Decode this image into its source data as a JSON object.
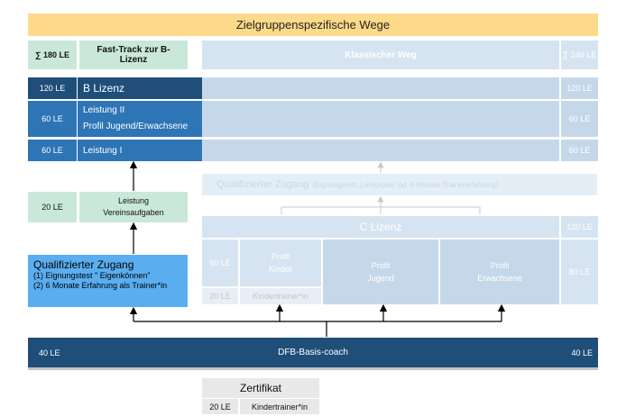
{
  "banner": "Zielgruppenspezifische Wege",
  "fast_track": {
    "sum": "∑ 180 LE",
    "title": "Fast-Track zur B-Lizenz"
  },
  "classic": {
    "title": "Klassischer Weg",
    "sum": "∑ 240 LE"
  },
  "b_lizenz": {
    "le": "120 LE",
    "label": "B Lizenz",
    "le_right": "120 LE"
  },
  "leistung2": {
    "le": "60 LE",
    "line1": "Leistung II",
    "line2": "Profil Jugend/Erwachsene",
    "le_right": "60 LE"
  },
  "leistung1": {
    "le": "60 LE",
    "label": "Leistung I",
    "le_right": "60 LE"
  },
  "quali_classic": {
    "title": "Qualifizierter Zugang",
    "detail": "(Eignungstest „Lehrprobe\" od. 6 Monate Trainererfahrung)"
  },
  "vereinsaufgaben": {
    "le": "20 LE",
    "line1": "Leistung",
    "line2": "Vereinsaufgaben"
  },
  "c_lizenz": {
    "title": "C Lizenz",
    "le_right": "120 LE",
    "le_left": "60 LE",
    "kinder": "Profil\nKinder",
    "jugend": "Profil\nJugend",
    "erwachsene": "Profil\nErwachsene",
    "le_bottom": "20 LE",
    "kindertrainer": "Kindertrainer*in",
    "le_right_bottom": "80 LE"
  },
  "quali_fast": {
    "title": "Qualifizierter Zugang",
    "item1": "(1)  Eignungstest \" Eigenkönnen\"",
    "item2": "(2)  6 Monate Erfahrung als Trainer*in"
  },
  "basis": {
    "le_left": "40 LE",
    "label": "DFB-Basis-coach",
    "le_right": "40 LE"
  },
  "zertifikat": {
    "title": "Zertifikat",
    "le": "20 LE",
    "label": "Kindertrainer*in"
  },
  "colors": {
    "banner": "#fdd98a",
    "mint": "#c9e8da",
    "navy": "#1f4e79",
    "blue": "#2e75b6",
    "light_blue": "#5aaef0",
    "pale": "#d6e4f1",
    "pale2": "#c5d8ea",
    "gray": "#e8e8e8"
  }
}
